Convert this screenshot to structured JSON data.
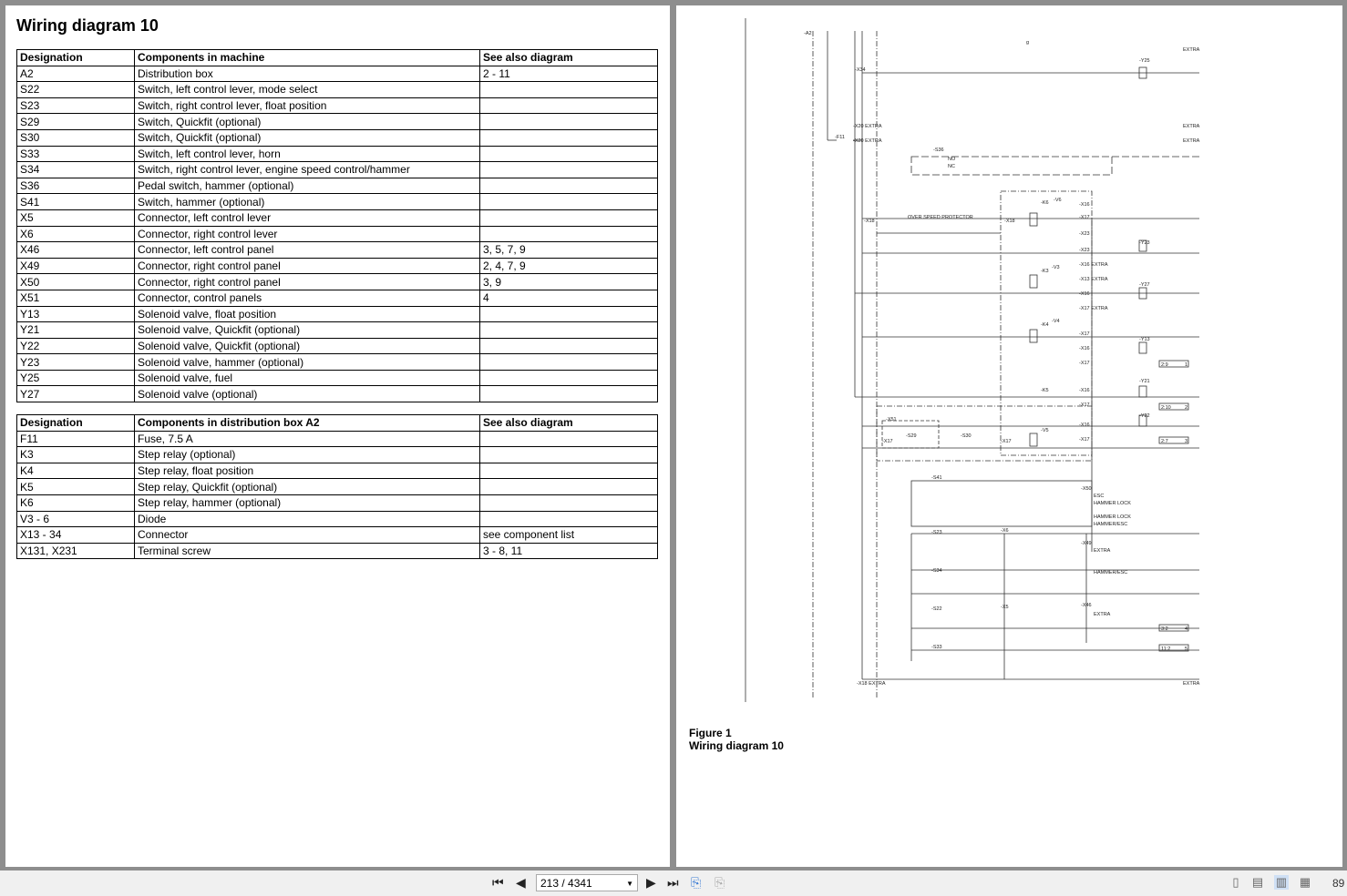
{
  "left_page": {
    "title": "Wiring diagram 10",
    "table1": {
      "headers": [
        "Designation",
        "Components in machine",
        "See also diagram"
      ],
      "rows": [
        [
          "A2",
          "Distribution box",
          "2 - 11"
        ],
        [
          "S22",
          "Switch, left control lever, mode select",
          ""
        ],
        [
          "S23",
          "Switch, right control lever, float position",
          ""
        ],
        [
          "S29",
          "Switch, Quickfit (optional)",
          ""
        ],
        [
          "S30",
          "Switch, Quickfit (optional)",
          ""
        ],
        [
          "S33",
          "Switch, left control lever, horn",
          ""
        ],
        [
          "S34",
          "Switch, right control lever, engine speed control/hammer",
          ""
        ],
        [
          "S36",
          "Pedal switch, hammer (optional)",
          ""
        ],
        [
          "S41",
          "Switch, hammer (optional)",
          ""
        ],
        [
          "X5",
          "Connector, left control lever",
          ""
        ],
        [
          "X6",
          "Connector, right control lever",
          ""
        ],
        [
          "X46",
          "Connector, left control panel",
          "3, 5, 7, 9"
        ],
        [
          "X49",
          "Connector, right control panel",
          "2, 4, 7, 9"
        ],
        [
          "X50",
          "Connector, right control panel",
          "3, 9"
        ],
        [
          "X51",
          "Connector, control panels",
          "4"
        ],
        [
          "Y13",
          "Solenoid valve, float position",
          ""
        ],
        [
          "Y21",
          "Solenoid valve, Quickfit (optional)",
          ""
        ],
        [
          "Y22",
          "Solenoid valve, Quickfit (optional)",
          ""
        ],
        [
          "Y23",
          "Solenoid valve, hammer (optional)",
          ""
        ],
        [
          "Y25",
          "Solenoid valve, fuel",
          ""
        ],
        [
          "Y27",
          "Solenoid valve (optional)",
          ""
        ]
      ]
    },
    "table2": {
      "headers": [
        "Designation",
        "Components in distribution box A2",
        "See also diagram"
      ],
      "rows": [
        [
          "F11",
          "Fuse, 7.5 A",
          ""
        ],
        [
          "K3",
          "Step relay (optional)",
          ""
        ],
        [
          "K4",
          "Step relay, float position",
          ""
        ],
        [
          "K5",
          "Step relay, Quickfit (optional)",
          ""
        ],
        [
          "K6",
          "Step relay, hammer (optional)",
          ""
        ],
        [
          "V3 - 6",
          "Diode",
          ""
        ],
        [
          "X13 - 34",
          "Connector",
          "see component list"
        ],
        [
          "X131, X231",
          "Terminal screw",
          "3 - 8, 11"
        ]
      ]
    }
  },
  "right_page": {
    "figure_label": "Figure 1",
    "figure_caption": "Wiring diagram 10",
    "diagram_labels": [
      "-A2",
      "g",
      "-X34",
      "-Y25",
      "EXTRA",
      "-X20 EXTRA",
      "-X20 EXTRA",
      "-F11",
      "EXTRA",
      "EXTRA",
      "-S36",
      "NO",
      "NC",
      "OVER SPEED PROTECTOR",
      "-X18",
      "-X18",
      "-K6",
      "-V6",
      "-X16",
      "-X17",
      "-X23",
      "-X23",
      "-Y23",
      "-K3",
      "-V3",
      "-X16 EXTRA",
      "-X13 EXTRA",
      "-X16",
      "-X17 EXTRA",
      "-Y27",
      "-K4",
      "-V4",
      "-X17",
      "-X16",
      "-X17",
      "-Y13",
      "2:9",
      "1",
      "-Y21",
      "2:10",
      "2",
      "-K5",
      "-X16",
      "-X17",
      "-X16",
      "-X17",
      "-Y22",
      "2:7",
      "3",
      "-X51",
      "-S29",
      "-S30",
      "-X17",
      "-X17",
      "-V5",
      "-S41",
      "-X50",
      "ESC",
      "HAMMER LOCK",
      "HAMMER LOCK",
      "HAMMER/ESC",
      "-S23",
      "-X6",
      "-X49",
      "EXTRA",
      "-S34",
      "HAMMER/ESC",
      "-S22",
      "-X5",
      "-X46",
      "EXTRA",
      "3:2",
      "4",
      "-S33",
      "11:2",
      "5",
      "-X18 EXTRA",
      "EXTRA"
    ]
  },
  "toolbar": {
    "page_value": "213 / 4341",
    "zoom": "89"
  }
}
